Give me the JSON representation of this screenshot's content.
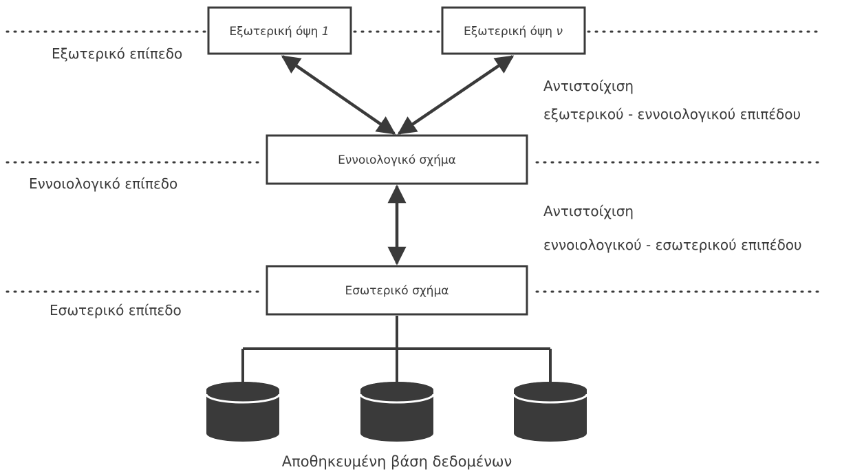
{
  "external_views": [
    {
      "prefix": "Εξωτερική όψη ",
      "index": "1"
    },
    {
      "prefix": "Εξωτερική όψη ",
      "index": "ν"
    }
  ],
  "conceptual_schema": "Εννοιολογικό σχήμα",
  "internal_schema": "Εσωτερικό σχήμα",
  "levels": {
    "external": "Εξωτερικό επίπεδο",
    "conceptual": "Εννοιολογικό επίπεδο",
    "internal": "Εσωτερικό επίπεδο"
  },
  "mappings": {
    "external_conceptual": {
      "line1": "Αντιστοίχιση",
      "line2": "εξωτερικού - εννοιολογικού επιπέδου"
    },
    "conceptual_internal": {
      "line1": "Αντιστοίχιση",
      "line2": "εννοιολογικού - εσωτερικού επιπέδου"
    }
  },
  "stored_database": "Αποθηκευμένη βάση δεδομένων",
  "colors": {
    "stroke": "#3a3a3a",
    "text": "#3a3a3a",
    "background": "#ffffff"
  }
}
